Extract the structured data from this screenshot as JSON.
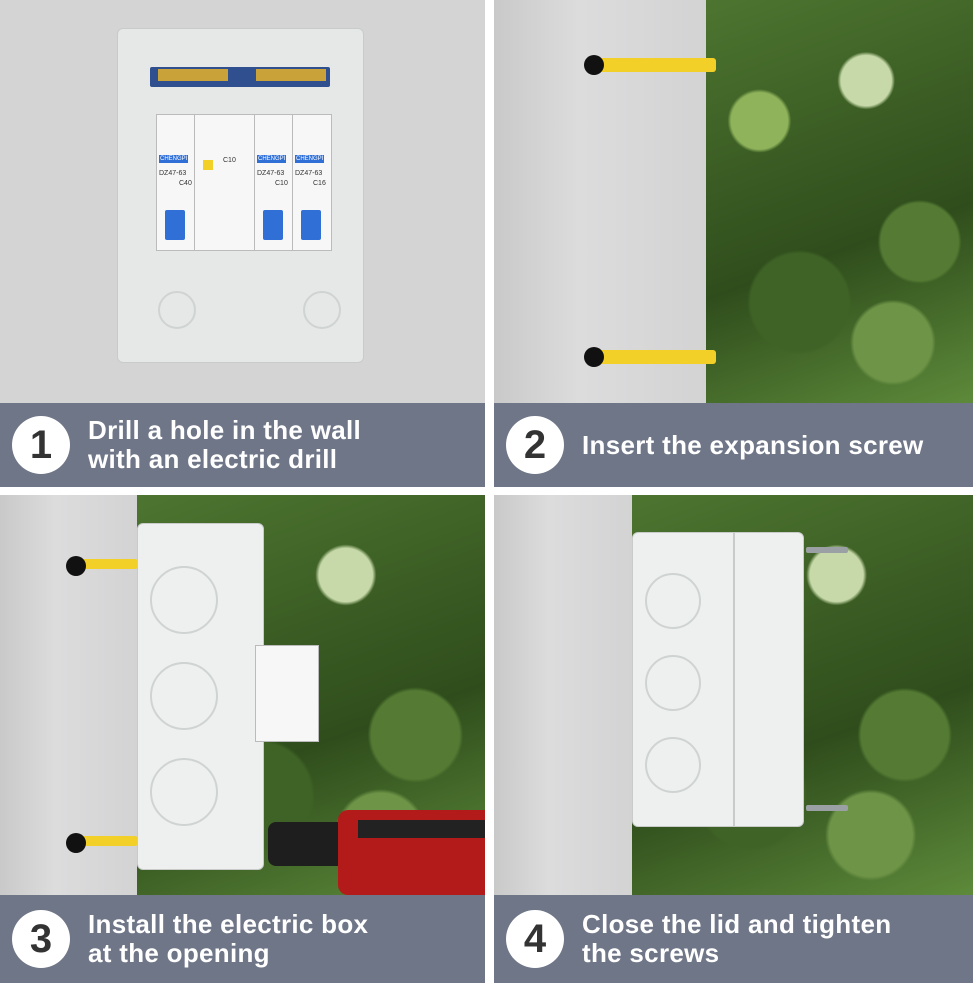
{
  "steps": [
    {
      "number": "1",
      "text_line1": "Drill a hole in the wall",
      "text_line2": "with an electric drill",
      "image": "open-distribution-box-icon"
    },
    {
      "number": "2",
      "text_line1": "Insert the expansion screw",
      "text_line2": "",
      "image": "wall-anchors-icon"
    },
    {
      "number": "3",
      "text_line1": "Install the electric box",
      "text_line2": "at the opening",
      "image": "drill-install-icon"
    },
    {
      "number": "4",
      "text_line1": "Close the lid and tighten",
      "text_line2": "the screws",
      "image": "closed-box-icon"
    }
  ],
  "breakers": {
    "brand": "CHENGPI",
    "model": "DZ47-63",
    "ratings": [
      "C40",
      "C10",
      "C10",
      "C16"
    ]
  },
  "colors": {
    "caption_bg": "#6f7688",
    "anchor": "#f2d028",
    "toggle": "#2f6fd6"
  }
}
